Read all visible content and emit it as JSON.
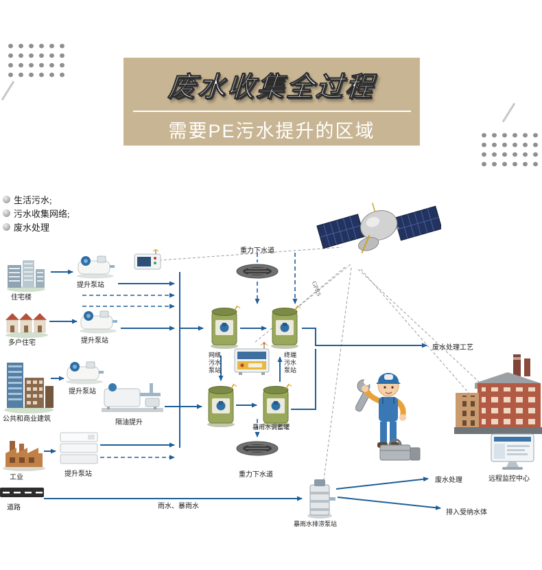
{
  "banner": {
    "title": "废水收集全过程",
    "subtitle": "需要PE污水提升的区域"
  },
  "legend": {
    "items": [
      {
        "label": "生活污水;"
      },
      {
        "label": "污水收集网络;"
      },
      {
        "label": "废水处理"
      }
    ]
  },
  "labels": {
    "residential": "住宅楼",
    "lift_station_1": "提升泵站",
    "multi_family": "多户住宅",
    "lift_station_2": "提升泵站",
    "public_commercial": "公共和商业建筑",
    "lift_station_3": "提升泵站",
    "grease_lift": "隔油提升",
    "industry": "工业",
    "lift_station_4": "提升泵站",
    "road": "道路",
    "gravity_sewer_top": "重力下水道",
    "gravity_sewer_bottom": "重力下水道",
    "network_pump_station": "网络污水泵站",
    "terminal_pump_station": "终端污水泵站",
    "storm_tank": "暴雨水调蓄罐",
    "gprs": "GPRS",
    "treatment_process": "废水处理工艺",
    "rainwater": "雨水、暴雨水",
    "storm_drain_station": "暴雨水排涝泵站",
    "monitor_center": "远程监控中心",
    "treatment": "废水处理",
    "receiving_water": "排入受纳水体"
  },
  "colors": {
    "banner_bg": "#c8b593",
    "flow_arrow": "#1e5d96",
    "tank_green": "#9aa85c",
    "signal_dash": "#9a9a9a"
  }
}
